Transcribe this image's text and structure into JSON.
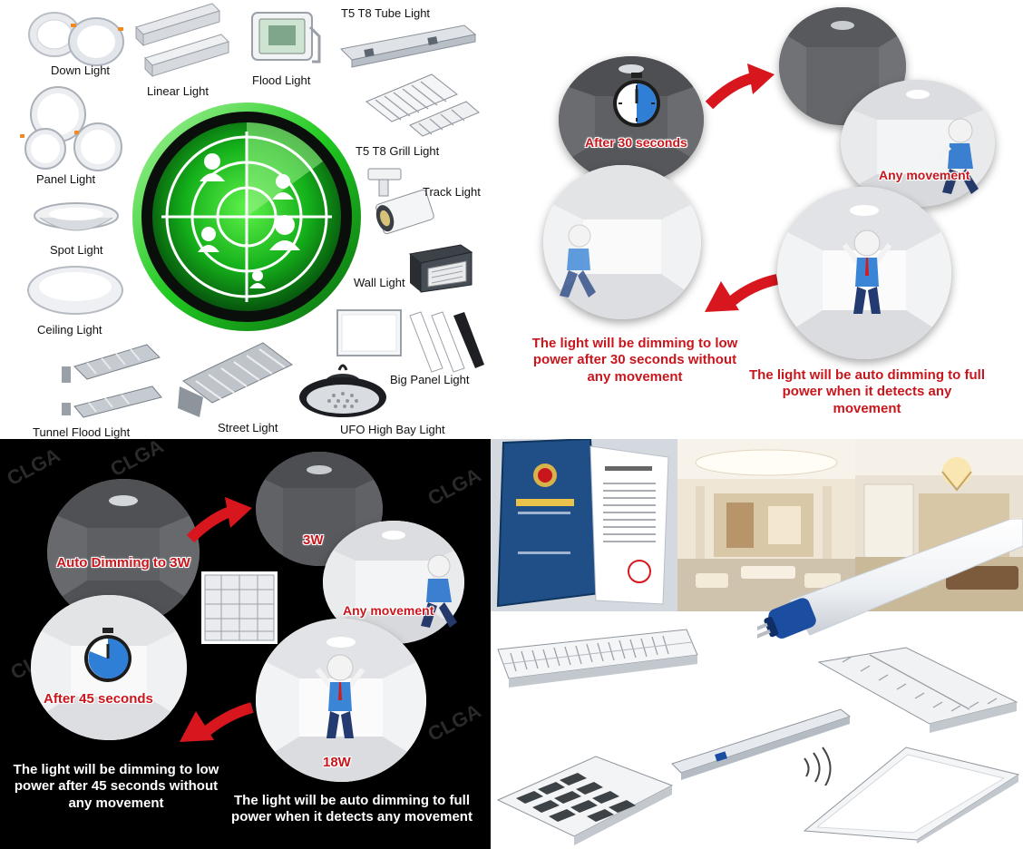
{
  "panel1": {
    "products": [
      {
        "key": "down",
        "label": "Down Light"
      },
      {
        "key": "linear",
        "label": "Linear Light"
      },
      {
        "key": "flood",
        "label": "Flood Light"
      },
      {
        "key": "tube",
        "label": "T5 T8 Tube Light"
      },
      {
        "key": "panel",
        "label": "Panel Light"
      },
      {
        "key": "grill",
        "label": "T5 T8 Grill Light"
      },
      {
        "key": "track",
        "label": "Track Light"
      },
      {
        "key": "spot",
        "label": "Spot Light"
      },
      {
        "key": "wall",
        "label": "Wall Light"
      },
      {
        "key": "ceiling",
        "label": "Ceiling Light"
      },
      {
        "key": "bigpanel",
        "label": "Big Panel Light"
      },
      {
        "key": "tunnel",
        "label": "Tunnel Flood Light"
      },
      {
        "key": "street",
        "label": "Street Light"
      },
      {
        "key": "ufo",
        "label": "UFO High Bay Light"
      }
    ],
    "radar_color": "#1fd51f"
  },
  "panel2": {
    "stage_after": "After 30 seconds",
    "stage_movement": "Any movement",
    "caption_dim": "The light will be dimming to low power after 30 seconds without  any movement",
    "caption_full": "The light will be auto dimming to full power when it detects any movement",
    "accent": "#c8161d"
  },
  "panel3": {
    "stage_auto": "Auto Dimming to 3W",
    "stage_3w": "3W",
    "stage_movement": "Any movement",
    "stage_after": "After 45 seconds",
    "stage_18w": "18W",
    "caption_dim": "The light will be dimming to low power after 45 seconds without  any movement",
    "caption_full": "The light will be auto dimming to full power when it detects any movement",
    "watermark": "CLGA"
  },
  "panel4": {
    "accent": "#1b4ea0"
  }
}
